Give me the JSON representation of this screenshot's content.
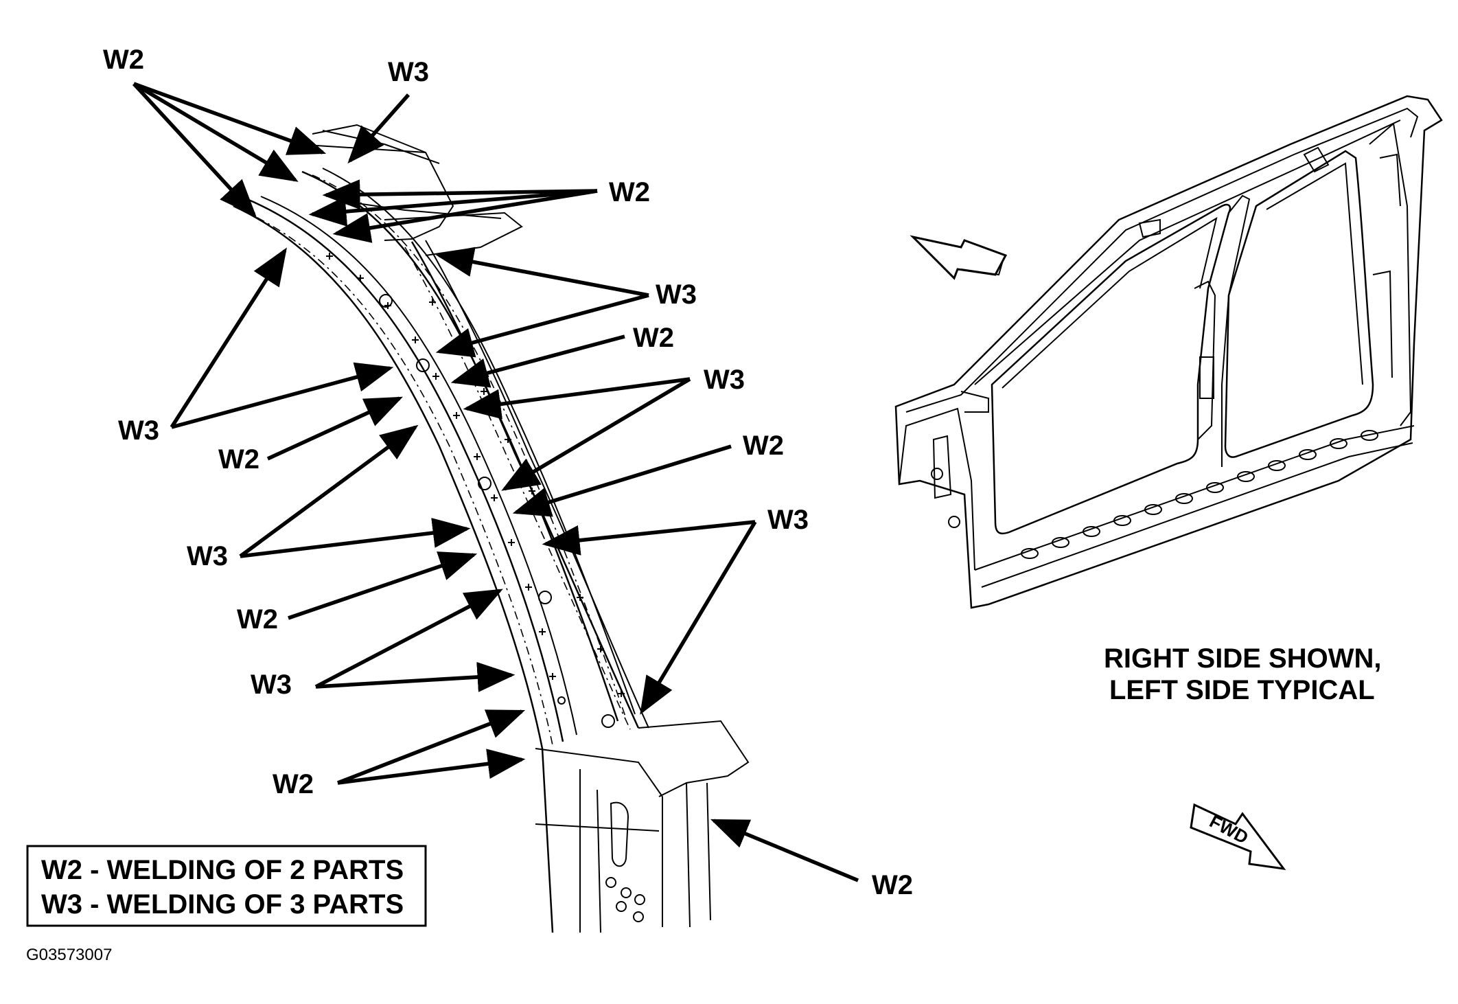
{
  "callouts": {
    "w2": "W2",
    "w3": "W3"
  },
  "legend": {
    "line1": "W2 - WELDING OF 2 PARTS",
    "line2": "W3 - WELDING OF 3 PARTS"
  },
  "note": {
    "line1": "RIGHT SIDE SHOWN,",
    "line2": "LEFT SIDE TYPICAL"
  },
  "direction_label": "FWD",
  "figure_code": "G03573007"
}
